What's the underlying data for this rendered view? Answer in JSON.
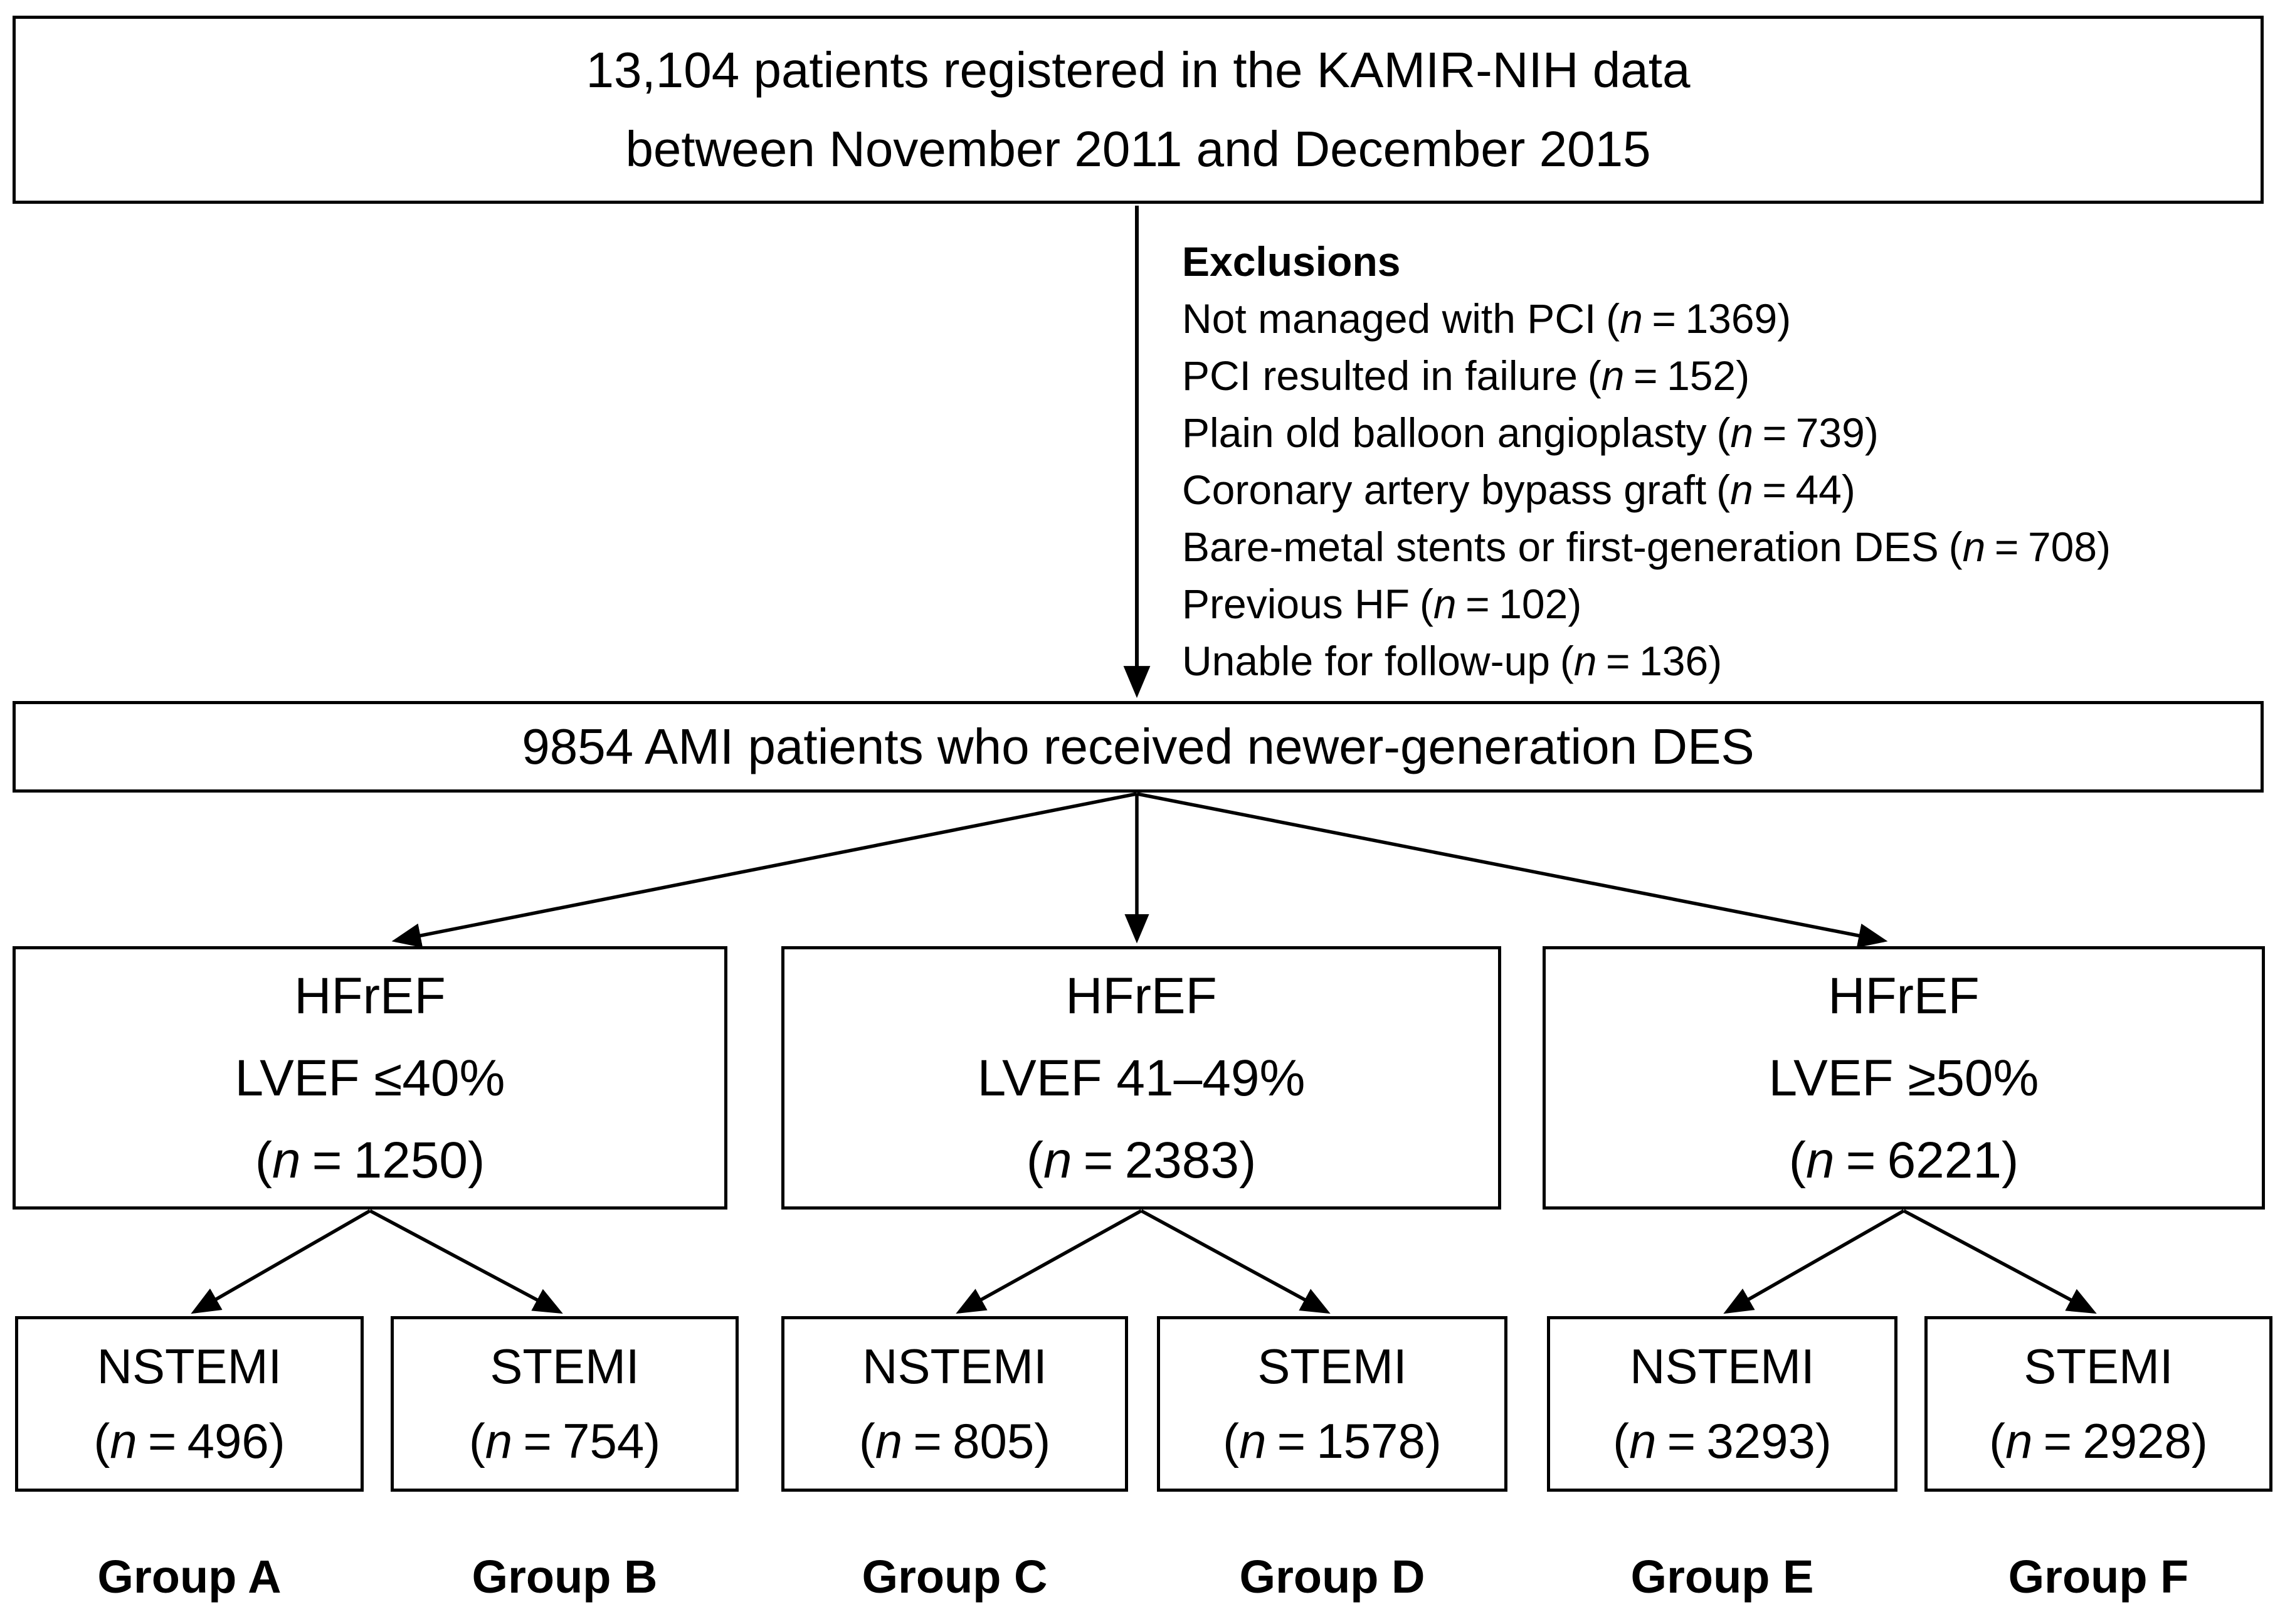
{
  "title_box": {
    "line1": "13,104 patients registered in the KAMIR-NIH data",
    "line2": "between November 2011 and December 2015"
  },
  "exclusions": {
    "heading": "Exclusions",
    "items": [
      {
        "label": "Not managed with PCI",
        "n": "1369"
      },
      {
        "label": "PCI resulted in failure",
        "n": "152"
      },
      {
        "label": "Plain old balloon angioplasty",
        "n": "739"
      },
      {
        "label": "Coronary artery bypass graft",
        "n": "44"
      },
      {
        "label": "Bare-metal stents or first-generation DES",
        "n": "708"
      },
      {
        "label": "Previous HF",
        "n": "102"
      },
      {
        "label": "Unable for follow-up",
        "n": "136"
      }
    ]
  },
  "ami_box": {
    "text": "9854 AMI patients who received newer-generation DES"
  },
  "ef_groups": [
    {
      "label": "HFrEF",
      "criteria": "LVEF ≤40%",
      "n": "1250"
    },
    {
      "label": "HFrEF",
      "criteria": "LVEF 41–49%",
      "n": "2383"
    },
    {
      "label": "HFrEF",
      "criteria": "LVEF ≥50%",
      "n": "6221"
    }
  ],
  "mi_boxes": [
    {
      "type": "NSTEMI",
      "n": "496"
    },
    {
      "type": "STEMI",
      "n": "754"
    },
    {
      "type": "NSTEMI",
      "n": "805"
    },
    {
      "type": "STEMI",
      "n": "1578"
    },
    {
      "type": "NSTEMI",
      "n": "3293"
    },
    {
      "type": "STEMI",
      "n": "2928"
    }
  ],
  "group_labels": [
    "Group A",
    "Group B",
    "Group C",
    "Group D",
    "Group E",
    "Group F"
  ],
  "syntax": {
    "open": "(",
    "close": ")",
    "eq": "=",
    "n": "n"
  },
  "colors": {
    "line": "#000000",
    "background": "#ffffff",
    "text": "#000000"
  }
}
